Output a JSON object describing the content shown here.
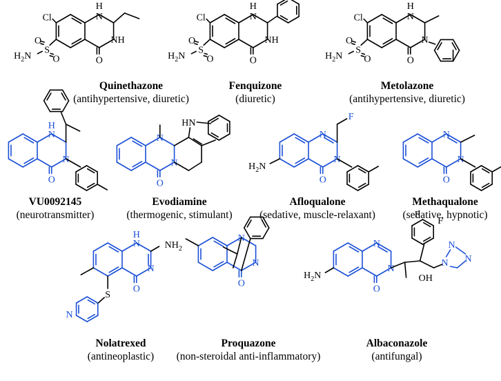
{
  "colors": {
    "core": "#1a4fd6",
    "bond": "#000000"
  },
  "compounds": [
    {
      "name": "Quinethazone",
      "description": "(antihypertensive, diuretic)",
      "labels": {
        "cl": "Cl",
        "nh1": "H",
        "n1": "N",
        "nh3": "NH",
        "o": "O",
        "sulf_s": "S",
        "sulf_o1": "O",
        "sulf_o2": "O",
        "h2n": "H2N"
      }
    },
    {
      "name": "Fenquizone",
      "description": "(diuretic)",
      "labels": {
        "cl": "Cl",
        "nh1": "H",
        "n1": "N",
        "nh3": "NH",
        "o": "O",
        "sulf_s": "S",
        "sulf_o1": "O",
        "sulf_o2": "O",
        "h2n": "H2N"
      }
    },
    {
      "name": "Metolazone",
      "description": "(antihypertensive, diuretic)",
      "labels": {
        "cl": "Cl",
        "nh1": "H",
        "n1": "N",
        "n3": "N",
        "o": "O",
        "sulf_s": "S",
        "sulf_o1": "O",
        "sulf_o2": "O",
        "h2n": "H2N"
      }
    },
    {
      "name": "VU0092145",
      "description": "(neurotransmitter)",
      "labels": {
        "nh1": "H",
        "n1": "N",
        "n3": "N",
        "o": "O"
      }
    },
    {
      "name": "Evodiamine",
      "description": "(thermogenic, stimulant)",
      "labels": {
        "n1": "N",
        "n3": "N",
        "o": "O",
        "hn": "HN"
      }
    },
    {
      "name": "Afloqualone",
      "description": "(sedative, muscle-relaxant)",
      "labels": {
        "n1": "N",
        "n3": "N",
        "o": "O",
        "f": "F",
        "h2n": "H2N"
      }
    },
    {
      "name": "Methaqualone",
      "description": "(sedative, hypnotic)",
      "labels": {
        "n1": "N",
        "n3": "N",
        "o": "O"
      }
    },
    {
      "name": "Nolatrexed",
      "description": "(antineoplastic)",
      "labels": {
        "nh1": "H",
        "n1": "N",
        "n3": "N",
        "o": "O",
        "nh2": "NH2",
        "s": "S",
        "pyn": "N"
      }
    },
    {
      "name": "Proquazone",
      "description": "(non-steroidal anti-inflammatory)",
      "labels": {
        "n1": "N",
        "n3": "N",
        "o": "O"
      }
    },
    {
      "name": "Albaconazole",
      "description": "(antifungal)",
      "labels": {
        "n1": "N",
        "n3": "N",
        "o": "O",
        "h2n": "H2N",
        "f1": "F",
        "f2": "F",
        "oh": "OH",
        "tn1": "N",
        "tn2": "N",
        "tn3": "N"
      }
    }
  ]
}
